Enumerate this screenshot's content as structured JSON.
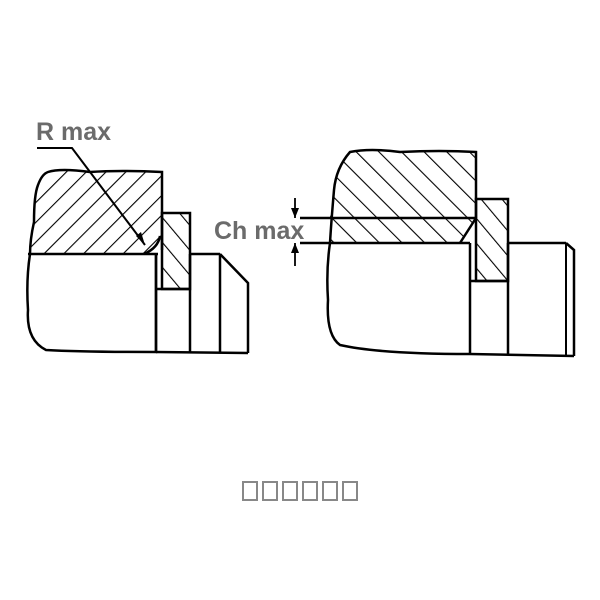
{
  "diagram": {
    "labels": {
      "r_max": "R max",
      "ch_max": "Ch max"
    },
    "caption": {
      "text": "□□□□□□",
      "glyph_count": 6,
      "note": "rendered as missing-glyph boxes"
    },
    "figures": [
      {
        "id": "left",
        "description": "Bearing shoulder with fillet radius (R max) at inner ring corner, hatched housing section, hatched spacer ring, shaft with chamfered end"
      },
      {
        "id": "right",
        "description": "Bearing shoulder with chamfer (Ch max) dimension arrows, hatched housing section, hatched spacer ring, shaft with chamfered end"
      }
    ],
    "colors": {
      "line": "#000000",
      "label": "#6b6b6b",
      "background": "#ffffff"
    }
  }
}
